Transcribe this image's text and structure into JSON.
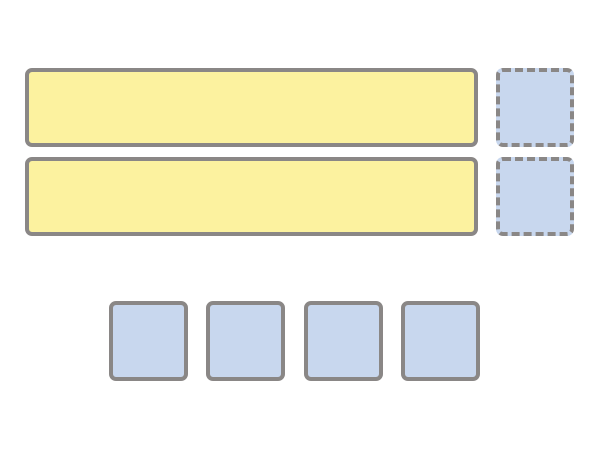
{
  "colors": {
    "bar_fill": "#fcf29f",
    "tile_fill": "#c8d7ee",
    "outline": "#8a8786"
  },
  "shapes": {
    "long_bars": [
      {
        "style": "solid"
      },
      {
        "style": "solid"
      }
    ],
    "side_tiles": [
      {
        "style": "dashed"
      },
      {
        "style": "dashed"
      }
    ],
    "bottom_tiles": [
      {
        "style": "solid"
      },
      {
        "style": "solid"
      },
      {
        "style": "solid"
      },
      {
        "style": "solid"
      }
    ]
  }
}
